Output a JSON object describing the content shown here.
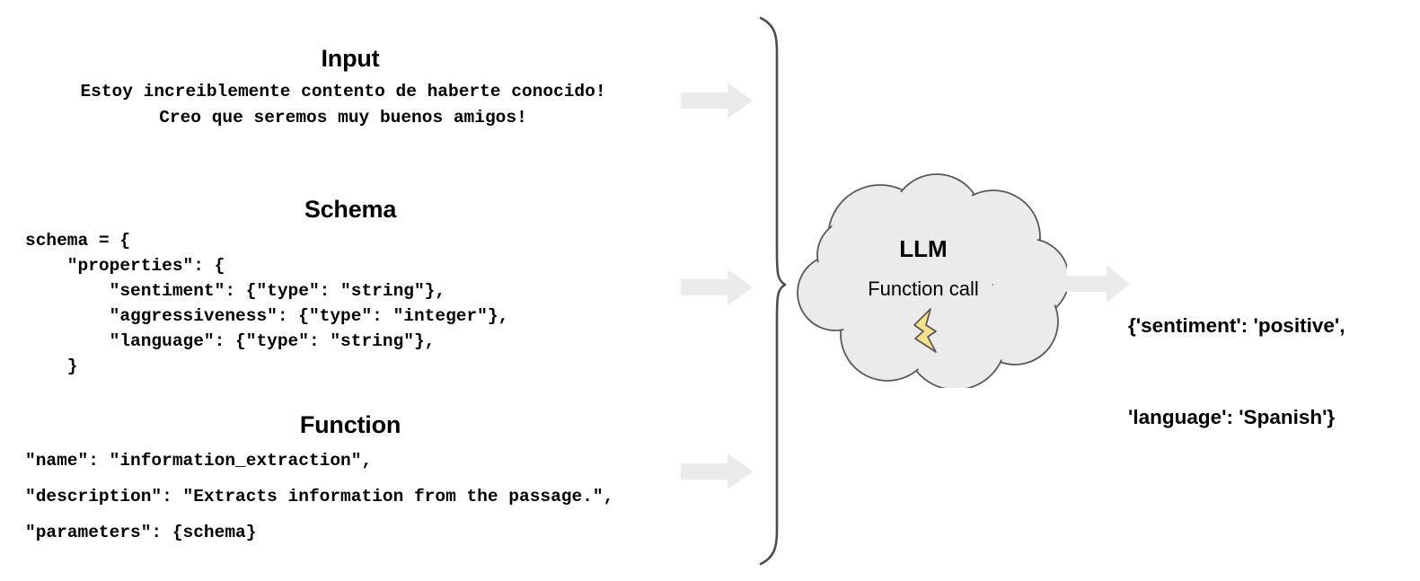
{
  "diagram": {
    "title": "LLM function-call tagging pipeline",
    "colors": {
      "background": "#ffffff",
      "arrow_fill": "#ebebeb",
      "cloud_fill": "#ebebeb",
      "cloud_stroke": "#595959",
      "brace_stroke": "#4d4d4d",
      "bolt_fill": "#f7e08a",
      "bolt_stroke": "#595959",
      "text": "#000000"
    }
  },
  "input_section": {
    "heading": "Input",
    "lines": [
      "Estoy increiblemente contento de haberte conocido!",
      "Creo que seremos muy buenos amigos!"
    ]
  },
  "schema_section": {
    "heading": "Schema",
    "lines": [
      "schema = {",
      "    \"properties\": {",
      "        \"sentiment\": {\"type\": \"string\"},",
      "        \"aggressiveness\": {\"type\": \"integer\"},",
      "        \"language\": {\"type\": \"string\"},",
      "    }"
    ]
  },
  "function_section": {
    "heading": "Function",
    "lines": [
      "\"name\": \"information_extraction\",",
      "\"description\": \"Extracts information from the passage.\",",
      "\"parameters\": {schema}"
    ]
  },
  "llm": {
    "title": "LLM",
    "subtitle": "Function call",
    "icon": "lightning-bolt-icon",
    "shape": "cloud"
  },
  "output": {
    "lines": [
      "{'sentiment': 'positive',",
      "'language': 'Spanish'}"
    ]
  },
  "arrows": {
    "input_to_llm": "arrow-right",
    "schema_to_llm": "arrow-right",
    "function_to_llm": "arrow-right",
    "llm_to_output": "arrow-right"
  },
  "brace": {
    "orientation": "right-pointing-curly-brace"
  }
}
